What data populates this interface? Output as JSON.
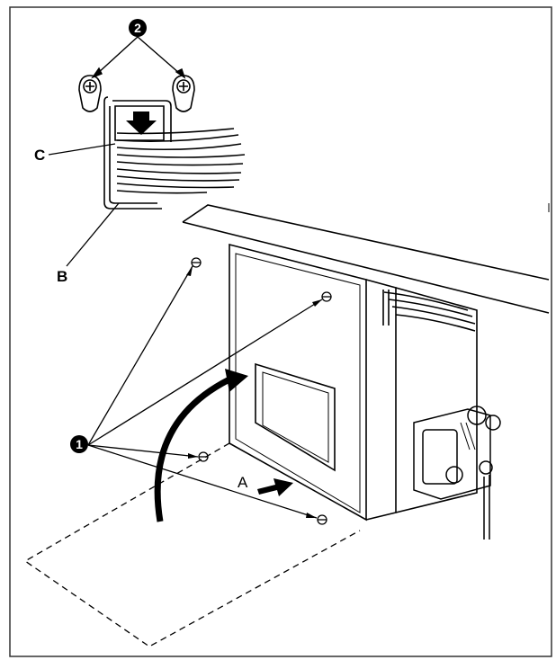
{
  "labels": {
    "callout_1": "1",
    "callout_2": "2",
    "label_a": "A",
    "label_b": "B",
    "label_c": "C"
  },
  "colors": {
    "line": "#000000",
    "background": "#ffffff",
    "frame": "#333333"
  },
  "icons": {
    "callout_marker": "filled-circle-number",
    "screw": "screw-head-icon",
    "direction_arrow": "filled-arrow-icon"
  }
}
